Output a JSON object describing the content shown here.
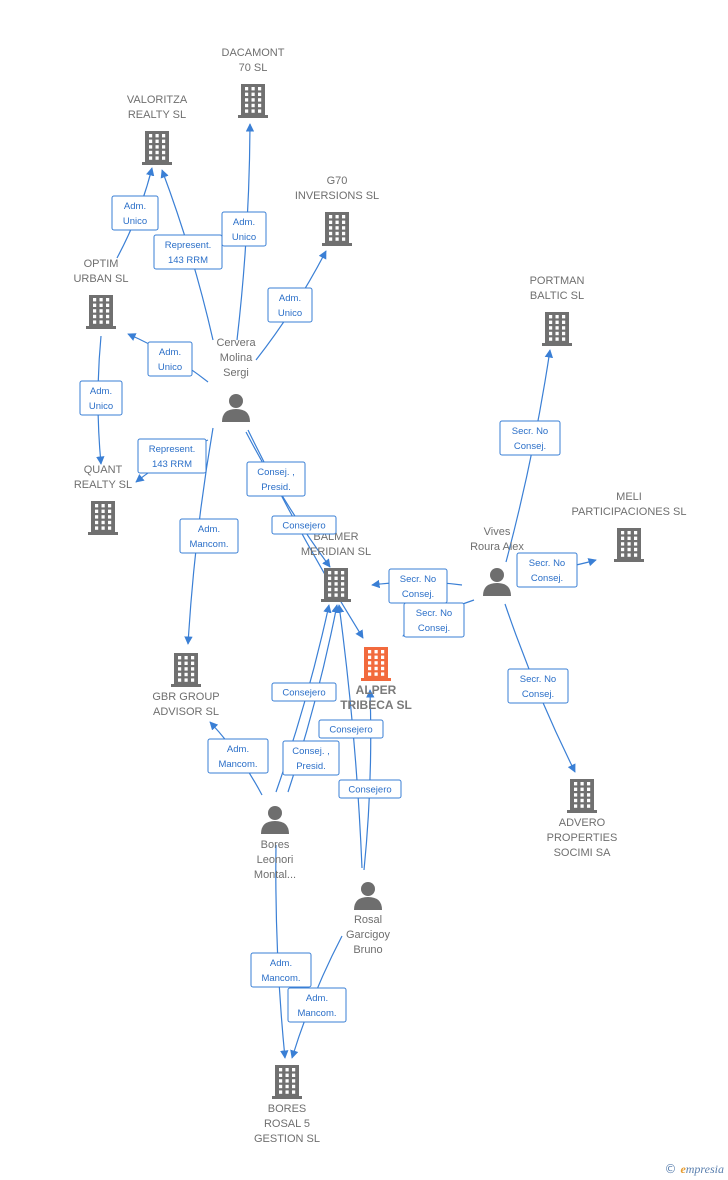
{
  "colors": {
    "edge": "#3a7fd5",
    "company": "#707070",
    "company_main": "#f26a3d",
    "person": "#6e6e6e",
    "label_border": "#3a7fd5",
    "label_bg": "#ffffff"
  },
  "nodes": [
    {
      "id": "dacamont",
      "type": "company",
      "lines": [
        "DACAMONT",
        "70 SL"
      ]
    },
    {
      "id": "valoritza",
      "type": "company",
      "lines": [
        "VALORITZA",
        "REALTY  SL"
      ]
    },
    {
      "id": "g70",
      "type": "company",
      "lines": [
        "G70",
        "INVERSIONS SL"
      ]
    },
    {
      "id": "optim",
      "type": "company",
      "lines": [
        "OPTIM",
        "URBAN  SL"
      ]
    },
    {
      "id": "portman",
      "type": "company",
      "lines": [
        "PORTMAN",
        "BALTIC  SL"
      ]
    },
    {
      "id": "cervera",
      "type": "person",
      "lines": [
        "Cervera",
        "Molina",
        "Sergi"
      ]
    },
    {
      "id": "quant",
      "type": "company",
      "lines": [
        "QUANT",
        "REALTY  SL"
      ]
    },
    {
      "id": "meli",
      "type": "company",
      "lines": [
        "MELI",
        "PARTICIPACIONES SL"
      ]
    },
    {
      "id": "balmer",
      "type": "company",
      "lines": [
        "BALMER",
        "MERIDIAN  SL"
      ]
    },
    {
      "id": "vives",
      "type": "person",
      "lines": [
        "Vives",
        "Roura Alex"
      ]
    },
    {
      "id": "alper",
      "type": "company_main",
      "lines": [
        "ALPER",
        "TRIBECA  SL"
      ]
    },
    {
      "id": "gbr",
      "type": "company",
      "lines": [
        "GBR GROUP",
        "ADVISOR  SL"
      ]
    },
    {
      "id": "advero",
      "type": "company",
      "lines": [
        "ADVERO",
        "PROPERTIES",
        "SOCIMI SA"
      ]
    },
    {
      "id": "bores",
      "type": "person",
      "lines": [
        "Bores",
        "Leonori",
        "Montal..."
      ]
    },
    {
      "id": "rosal",
      "type": "person",
      "lines": [
        "Rosal",
        "Garcigoy",
        "Bruno"
      ]
    },
    {
      "id": "bores5",
      "type": "company",
      "lines": [
        "BORES",
        "ROSAL 5",
        "GESTION  SL"
      ]
    }
  ],
  "edges": [
    {
      "id": "e1",
      "from": "optim",
      "to": "valoritza",
      "label": [
        "Adm.",
        "Unico"
      ]
    },
    {
      "id": "e2",
      "from": "cervera",
      "to": "valoritza",
      "label": [
        "Represent.",
        "143 RRM"
      ]
    },
    {
      "id": "e3",
      "from": "cervera",
      "to": "dacamont",
      "label": [
        "Adm.",
        "Unico"
      ]
    },
    {
      "id": "e4",
      "from": "cervera",
      "to": "g70",
      "label": [
        "Adm.",
        "Unico"
      ]
    },
    {
      "id": "e5",
      "from": "cervera",
      "to": "optim",
      "label": [
        "Adm.",
        "Unico"
      ]
    },
    {
      "id": "e6",
      "from": "optim",
      "to": "quant",
      "label": [
        "Adm.",
        "Unico"
      ]
    },
    {
      "id": "e7",
      "from": "cervera",
      "to": "quant",
      "label": [
        "Represent.",
        "143 RRM"
      ]
    },
    {
      "id": "e8",
      "from": "cervera",
      "to": "gbr",
      "label": [
        "Adm.",
        "Mancom."
      ]
    },
    {
      "id": "e9",
      "from": "cervera",
      "to": "alper",
      "label": [
        "Consej. ,",
        "Presid."
      ]
    },
    {
      "id": "e10",
      "from": "cervera",
      "to": "balmer",
      "label": [
        "Consejero"
      ]
    },
    {
      "id": "e11",
      "from": "vives",
      "to": "portman",
      "label": [
        "Secr.  No",
        "Consej."
      ]
    },
    {
      "id": "e12",
      "from": "vives",
      "to": "balmer",
      "label": [
        "Secr.  No",
        "Consej."
      ]
    },
    {
      "id": "e13",
      "from": "vives",
      "to": "alper",
      "label": [
        "Secr.  No",
        "Consej."
      ]
    },
    {
      "id": "e14",
      "from": "vives",
      "to": "meli",
      "label": [
        "Secr.  No",
        "Consej."
      ]
    },
    {
      "id": "e15",
      "from": "vives",
      "to": "advero",
      "label": [
        "Secr.  No",
        "Consej."
      ]
    },
    {
      "id": "e16",
      "from": "bores",
      "to": "balmer",
      "label": [
        "Consejero"
      ]
    },
    {
      "id": "e17",
      "from": "bores",
      "to": "gbr",
      "label": [
        "Adm.",
        "Mancom."
      ]
    },
    {
      "id": "e18",
      "from": "bores",
      "to": "balmer",
      "label": [
        "Consej. ,",
        "Presid."
      ]
    },
    {
      "id": "e19",
      "from": "rosal",
      "to": "balmer",
      "label": [
        "Consejero"
      ]
    },
    {
      "id": "e20",
      "from": "rosal",
      "to": "alper",
      "label": [
        "Consejero"
      ]
    },
    {
      "id": "e21",
      "from": "bores",
      "to": "bores5",
      "label": [
        "Adm.",
        "Mancom."
      ]
    },
    {
      "id": "e22",
      "from": "rosal",
      "to": "bores5",
      "label": [
        "Adm.",
        "Mancom."
      ]
    }
  ],
  "watermark": {
    "copyright": "©",
    "brand_initial": "e",
    "brand_rest": "mpresia"
  }
}
